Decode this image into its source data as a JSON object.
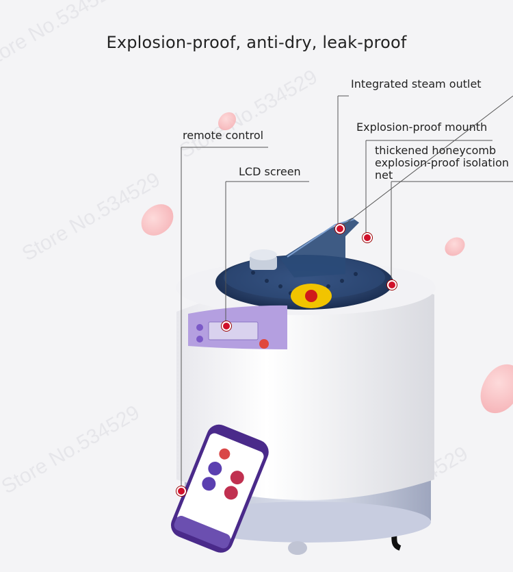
{
  "header": {
    "title": "Explosion-proof, anti-dry, leak-proof"
  },
  "callouts": {
    "remote_control": "remote control",
    "lcd_screen": "LCD screen",
    "steam_outlet": "Integrated steam outlet",
    "explosion_mouth": "Explosion-proof mounth",
    "honeycomb_line1": "thickened honeycomb",
    "honeycomb_line2": "explosion-proof isolation",
    "honeycomb_line3": "net"
  },
  "watermark": {
    "text": "Store No.534529"
  },
  "colors": {
    "accent": "#d0102a",
    "panel": "#a68fd8",
    "lid": "#1f3a66",
    "remote": "#4a2a8a"
  }
}
